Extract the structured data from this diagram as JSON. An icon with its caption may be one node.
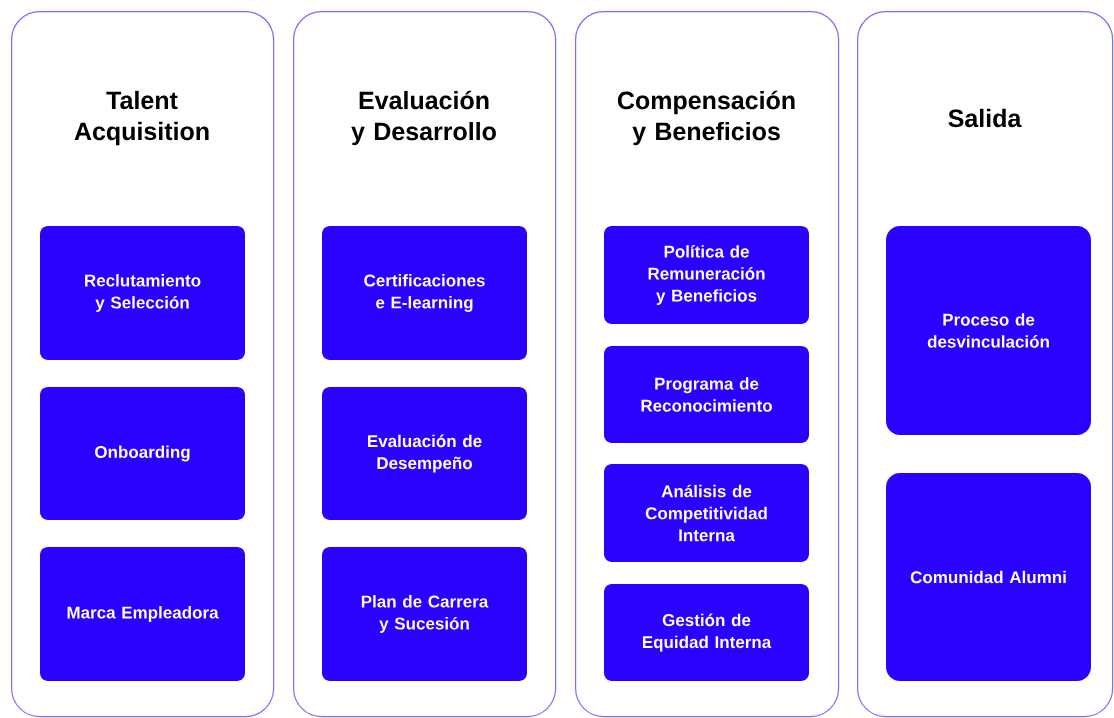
{
  "diagram": {
    "nodes": [
      {
        "text": [
          "Talent Acquisition"
        ]
      },
      {
        "text": [
          "Reclutamiento y Selección"
        ],
        "in": 0
      },
      {
        "text": [
          "Onboarding"
        ],
        "in": 0
      },
      {
        "text": [
          "Marca Empleadora"
        ],
        "in": 0
      },
      {
        "text": [
          "Evaluación y Desarrollo"
        ]
      },
      {
        "text": [
          "Certificaciones e E-learning"
        ],
        "in": 4
      },
      {
        "text": [
          "Evaluación de Desempeño"
        ],
        "in": 4
      },
      {
        "text": [
          "Plan de Carrera y Sucesión"
        ],
        "in": 4
      },
      {
        "text": [
          "Compensación y Beneficios"
        ]
      },
      {
        "text": [
          "Política de Remuneración y Beneficios"
        ],
        "in": 8
      },
      {
        "text": [
          "Programa de Reconocimiento"
        ],
        "in": 8
      },
      {
        "text": [
          "Análisis de Competitividad Interna"
        ],
        "in": 8
      },
      {
        "text": [
          "Gestión de Equidad Interna"
        ],
        "in": 8
      },
      {
        "text": [
          "Salida"
        ]
      },
      {
        "text": [
          "Proceso de desvinculación"
        ],
        "in": 13
      },
      {
        "text": [
          "Comunidad Alumni"
        ],
        "in": 13
      }
    ]
  }
}
